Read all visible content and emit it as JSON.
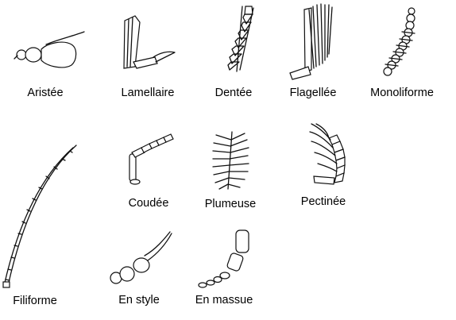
{
  "figure": {
    "items": [
      {
        "id": "aristee",
        "label": "Aristée"
      },
      {
        "id": "lamellaire",
        "label": "Lamellaire"
      },
      {
        "id": "dentee",
        "label": "Dentée"
      },
      {
        "id": "flagellee",
        "label": "Flagellée"
      },
      {
        "id": "monoliforme",
        "label": "Monoliforme"
      },
      {
        "id": "filiforme",
        "label": "Filiforme"
      },
      {
        "id": "coudee",
        "label": "Coudée"
      },
      {
        "id": "plumeuse",
        "label": "Plumeuse"
      },
      {
        "id": "pectinee",
        "label": "Pectinée"
      },
      {
        "id": "en-style",
        "label": "En style"
      },
      {
        "id": "en-massue",
        "label": "En massue"
      }
    ]
  }
}
